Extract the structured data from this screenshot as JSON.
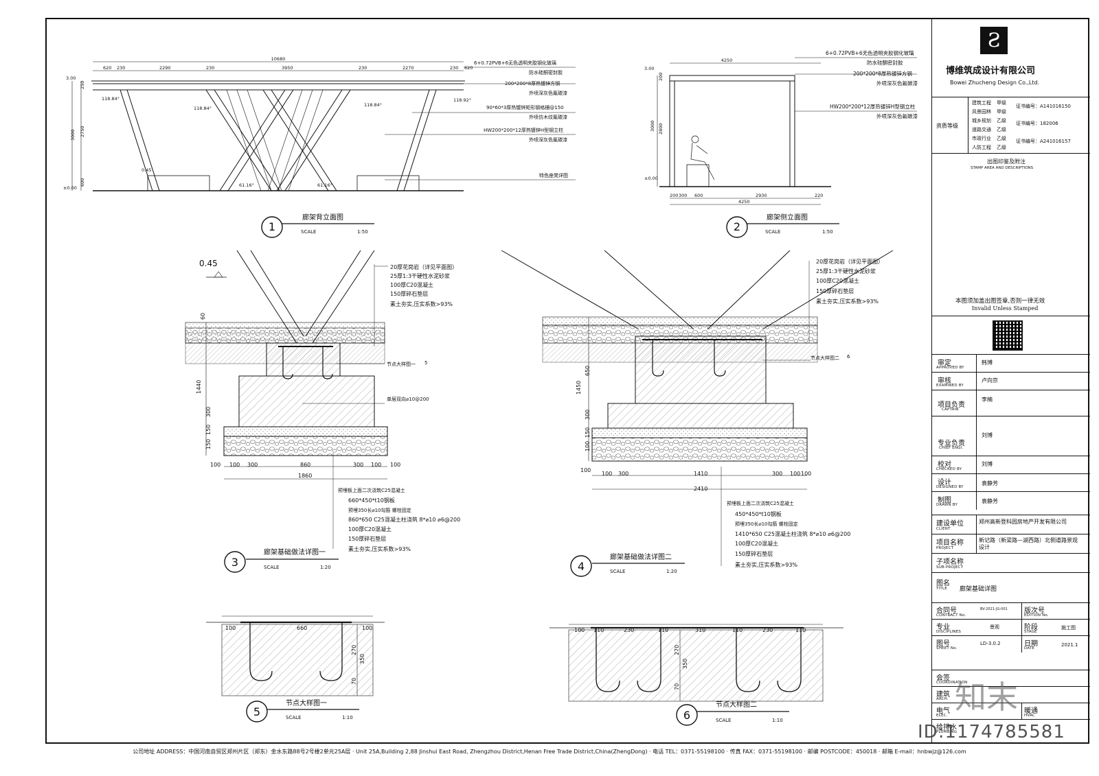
{
  "company": {
    "name_cn": "博维筑成设计有限公司",
    "name_en": "Bowei Zhucheng Design Co.,Ltd.",
    "qual_label": "资质等级",
    "quals": [
      {
        "field": "建筑工程",
        "grade": "甲级",
        "cert": "证书编号：A141016150"
      },
      {
        "field": "风景园林",
        "grade": "甲级",
        "cert": ""
      },
      {
        "field": "城乡规划",
        "grade": "乙级",
        "cert": "证书编号：182006"
      },
      {
        "field": "道路交通",
        "grade": "乙级",
        "cert": ""
      },
      {
        "field": "市政行业",
        "grade": "乙级",
        "cert": "证书编号：A241016157"
      },
      {
        "field": "人防工程",
        "grade": "乙级",
        "cert": ""
      }
    ]
  },
  "stamp": {
    "title_cn": "出图印鉴及附注",
    "title_en": "STAMP AREA AND DESCRIPTIONS",
    "invalid_cn": "本图须加盖出图签章,否则一律无效",
    "invalid_en": "Invalid Unless Stamped"
  },
  "signoff": [
    {
      "cn": "审定",
      "en": "APPROVED BY",
      "name": "韩博"
    },
    {
      "cn": "审核",
      "en": "EXAMINED BY",
      "name": "卢向京"
    },
    {
      "cn": "项目负责",
      "en": "CAPTAIN",
      "name": "李楠"
    },
    {
      "cn": "专业负责",
      "en": "CHIEF ENGI.",
      "name": "刘博"
    },
    {
      "cn": "校对",
      "en": "CHECKED BY",
      "name": "刘博"
    },
    {
      "cn": "设计",
      "en": "DESIGNED BY",
      "name": "袁静芳"
    },
    {
      "cn": "制图",
      "en": "DRAWN BY",
      "name": "袁静芳"
    }
  ],
  "project": {
    "client_cn": "建设单位",
    "client_en": "CLIENT",
    "client_val": "郑州高新登科园房地产开发有限公司",
    "project_cn": "项目名称",
    "project_en": "PROJECT",
    "project_val": "新记路（新梁路—湖西路）北侧道路景观设计",
    "sub_cn": "子项名称",
    "sub_en": "SUB-PROJECT",
    "title_cn": "图名",
    "title_en": "TITLE",
    "title_val": "廊架基础详图",
    "contract_cn": "合同号",
    "contract_en": "CONTRACT No.",
    "contract_val": "BV-2021-JG-001",
    "edition_cn": "版次号",
    "edition_en": "EDITION No.",
    "disc_cn": "专业",
    "disc_en": "DISCIPLINES",
    "disc_val": "景观",
    "stage_cn": "阶段",
    "stage_en": "STAGE",
    "stage_val": "施工图",
    "sheet_cn": "图号",
    "sheet_en": "SHEET No.",
    "sheet_val": "LD-3.0.2",
    "date_cn": "日期",
    "date_en": "DATE",
    "date_val": "2021.1",
    "coord_cn": "会签",
    "coord_en": "COORDINATION",
    "arch_cn": "建筑",
    "arch_en": "ARCH.",
    "elec_cn": "电气",
    "elec_en": "ELEC.",
    "hvac_cn": "暖通",
    "hvac_en": "HVAC",
    "plumb_cn": "给排水",
    "plumb_en": "PLUMBING"
  },
  "views": [
    {
      "num": "1",
      "title": "廊架背立面图",
      "scale_label": "SCALE",
      "scale": "1:50"
    },
    {
      "num": "2",
      "title": "廊架侧立面图",
      "scale_label": "SCALE",
      "scale": "1:50"
    },
    {
      "num": "3",
      "title": "廊架基础做法详图一",
      "scale_label": "SCALE",
      "scale": "1:20"
    },
    {
      "num": "4",
      "title": "廊架基础做法详图二",
      "scale_label": "SCALE",
      "scale": "1:20"
    },
    {
      "num": "5",
      "title": "节点大样图一",
      "scale_label": "SCALE",
      "scale": "1:10"
    },
    {
      "num": "6",
      "title": "节点大样图二",
      "scale_label": "SCALE",
      "scale": "1:10"
    }
  ],
  "notes1": [
    "6+0.72PVB+6无色透明夹胶钢化玻璃",
    "防水硅酮密封胶",
    "200*200*8厚热镀锌方钢",
    "外喷深灰色氟碳漆",
    "90*60*3厚热镀锌矩形钢格栅@150",
    "外喷仿木纹氟碳漆",
    "HW200*200*12厚热镀锌H型钢立柱",
    "外喷深灰色氟碳漆",
    "特色座凳详图"
  ],
  "notes2": [
    "6+0.72PVB+6无色透明夹胶钢化玻璃",
    "防水硅酮密封胶",
    "200*200*8厚热镀锌方钢",
    "外喷深灰色氟碳漆",
    "HW200*200*12厚热镀锌H型钢立柱",
    "外喷深灰色氟碳漆"
  ],
  "dims1": {
    "total": "10680",
    "segs": [
      "620",
      "230",
      "2290",
      "230",
      "3950",
      "230",
      "2270",
      "230",
      "620"
    ],
    "h": [
      "3000",
      "2750",
      "250",
      "600"
    ],
    "lvl_top": "3.00",
    "lvl_bot": "±0.00",
    "lvl_seat": "0.45",
    "angles": [
      "118.84°",
      "118.84°",
      "118.84°",
      "118.92°",
      "61.16°",
      "61.16°"
    ]
  },
  "dims2": {
    "top": "4250",
    "bot": [
      "200",
      "300",
      "600",
      "2930",
      "220"
    ],
    "total": "4250",
    "h": [
      "3000",
      "2800",
      "200"
    ],
    "lvl_top": "3.00",
    "lvl_bot": "±0.00"
  },
  "layers": [
    "20厚花岗岩（详见平面图）",
    "25厚1:3干硬性水泥砂浆",
    "100厚C20混凝土",
    "150厚碎石垫层",
    "素土夯实,压实系数>93%"
  ],
  "detail3": {
    "lvl": "0.45",
    "node_ref": "节点大样图一",
    "node_no": "5",
    "rebar": "单层双向⌀10@200",
    "v": [
      "60",
      "1440",
      "300",
      "150",
      "150"
    ],
    "h": [
      "100",
      "100",
      "300",
      "860",
      "300",
      "100",
      "100"
    ],
    "total": "1860",
    "notes": [
      "预埋板上面二次浇筑C25混凝土",
      "660*450*t10钢板",
      "预埋350长⌀10勾筋  螺栓固定",
      "860*650  C25混凝土柱浇筑 8*⌀10  ⌀6@200",
      "100厚C20混凝土",
      "150厚碎石垫层",
      "素土夯实,压实系数>93%"
    ]
  },
  "detail4": {
    "node_ref": "节点大样图二",
    "node_no": "6",
    "v": [
      "1450",
      "650",
      "300",
      "150",
      "100"
    ],
    "h": [
      "100",
      "300",
      "1410",
      "300",
      "100",
      "100"
    ],
    "total": "2410",
    "notes": [
      "预埋板上面二次浇筑C25混凝土",
      "450*450*t10钢板",
      "预埋350长⌀10勾筋  螺栓固定",
      "1410*650  C25混凝土柱浇筑 8*⌀10  ⌀6@200",
      "100厚C20混凝土",
      "150厚碎石垫层",
      "素土夯实,压实系数>93%"
    ]
  },
  "detail5": {
    "h": [
      "100",
      "660",
      "100"
    ],
    "v": [
      "270",
      "350",
      "70"
    ]
  },
  "detail6": {
    "h": [
      "100",
      "110",
      "230",
      "110",
      "310",
      "110",
      "230",
      "110"
    ],
    "v": [
      "270",
      "350",
      "70"
    ]
  },
  "footer": "公司地址 ADDRESS：中国河南自贸区郑州片区（郑东）金水东路88号2号楼2单元25A层 · Unit 25A,Building 2,88 Jinshui East Road, Zhengzhou District,Henan Free Trade District,China(ZhengDong) · 电话 TEL：0371-55198100 · 传真 FAX：0371-55198100 · 邮编 POSTCODE：450018 · 邮箱 E-mail：hnbwjz@126.com",
  "watermark": {
    "id": "ID:1174785581",
    "brand": "知末"
  }
}
